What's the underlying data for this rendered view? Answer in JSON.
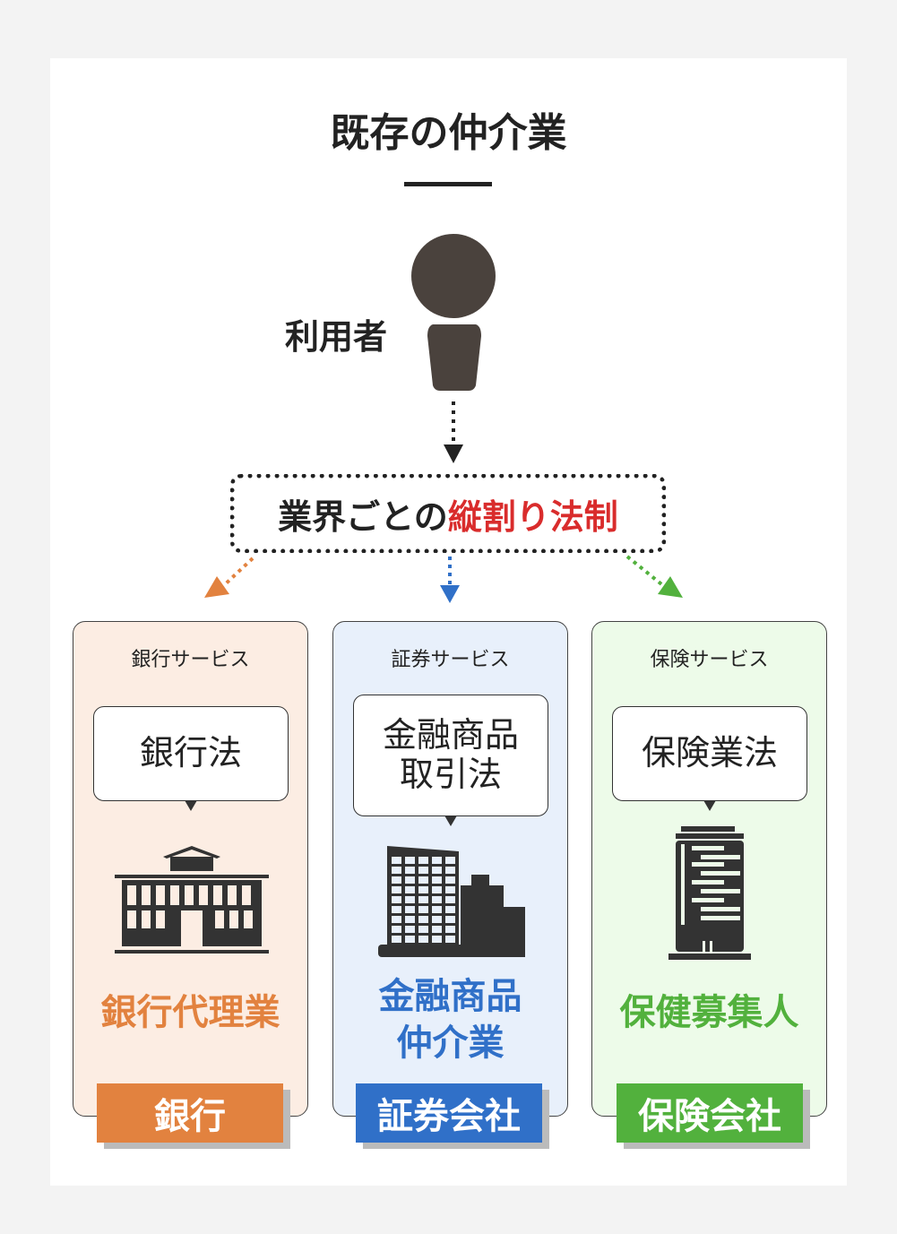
{
  "title": "既存の仲介業",
  "user": {
    "label": "利用者"
  },
  "regulation": {
    "prefix": "業界ごとの",
    "highlight": "縦割り法制"
  },
  "colors": {
    "bank": "#e2823f",
    "securities": "#3070c8",
    "insurance": "#52b13d",
    "highlight": "#d92c2c"
  },
  "panels": [
    {
      "service": "銀行サービス",
      "law": "銀行法",
      "role": "銀行代理業",
      "company": "銀行",
      "icon": "bank-building-icon"
    },
    {
      "service": "証券サービス",
      "law": "金融商品\n取引法",
      "law_lines": [
        "金融商品",
        "取引法"
      ],
      "role_lines": [
        "金融商品",
        "仲介業"
      ],
      "company": "証券会社",
      "icon": "office-buildings-icon"
    },
    {
      "service": "保険サービス",
      "law": "保険業法",
      "role": "保健募集人",
      "company": "保険会社",
      "icon": "tower-building-icon"
    }
  ]
}
